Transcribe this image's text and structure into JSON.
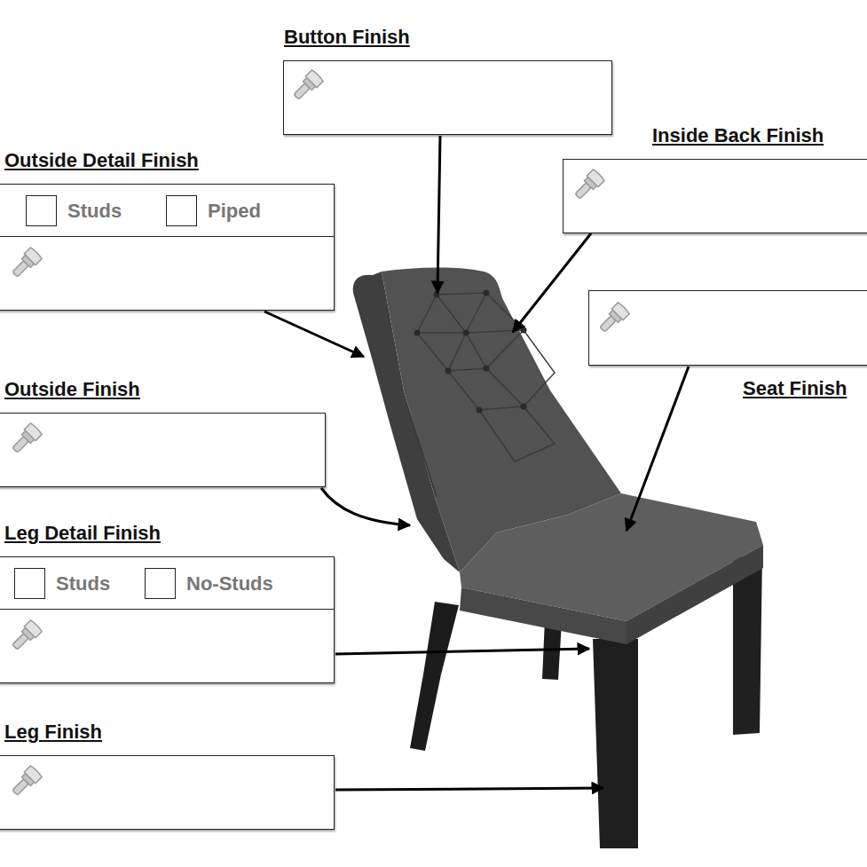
{
  "diagram": {
    "nodes": [
      {
        "text": [
          "Button Finish"
        ]
      },
      {
        "text": [
          "Inside Back Finish"
        ]
      },
      {
        "text": [
          "Outside Detail Finish",
          "Studs",
          "Piped"
        ]
      },
      {
        "text": [
          "Seat Finish"
        ]
      },
      {
        "text": [
          "Outside Finish"
        ]
      },
      {
        "text": [
          "Leg Detail Finish",
          "Studs",
          "No-Studs"
        ]
      },
      {
        "text": [
          "Leg Finish"
        ]
      }
    ]
  }
}
